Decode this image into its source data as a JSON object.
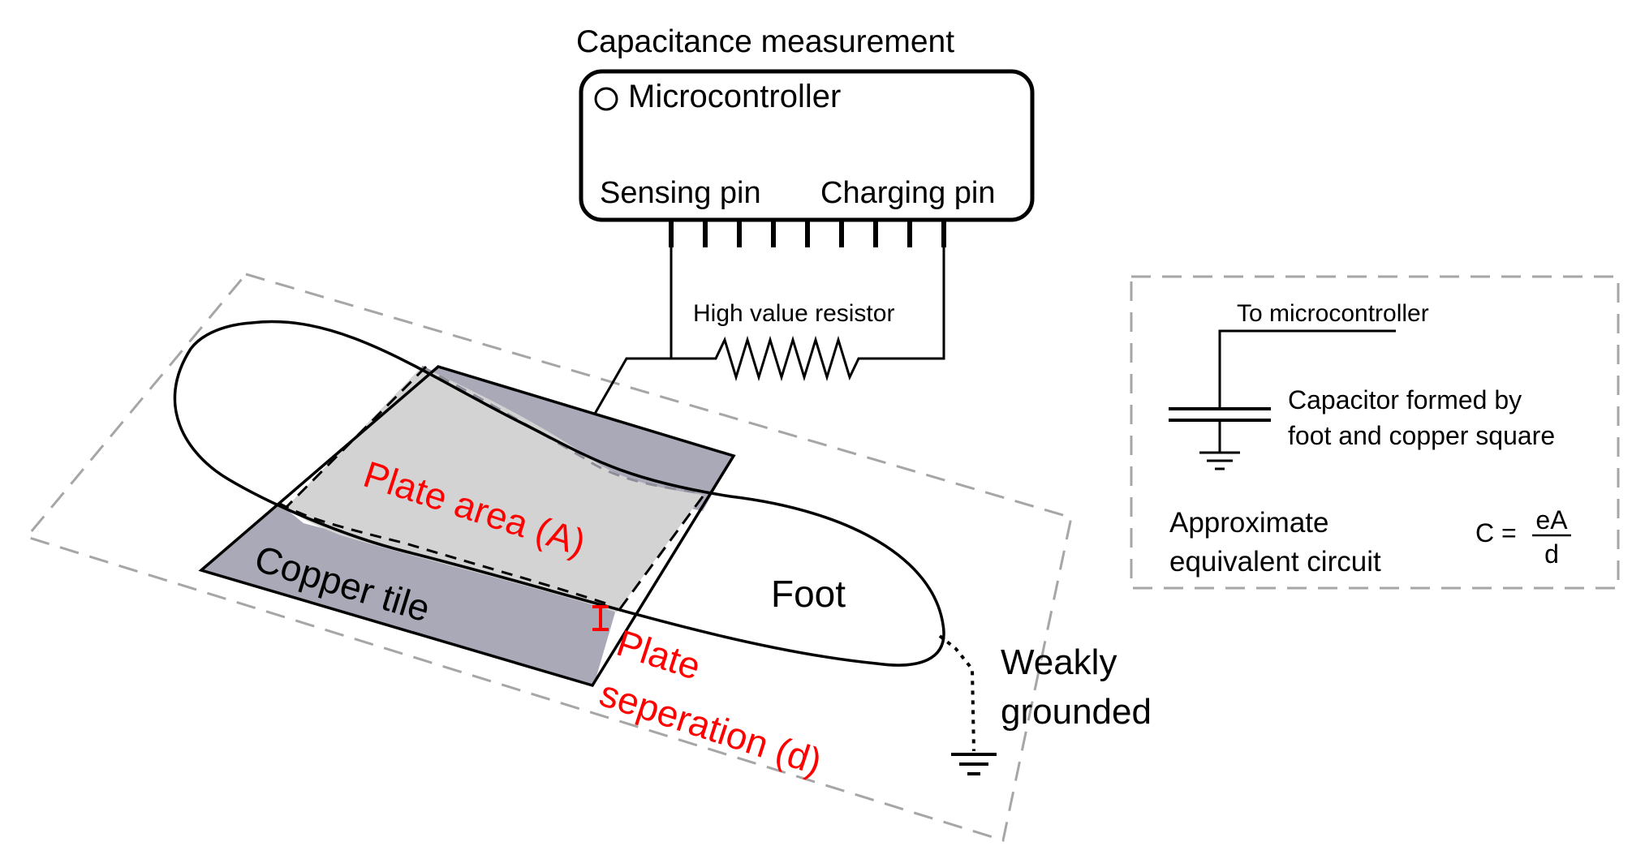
{
  "labels": {
    "title": "Capacitance measurement",
    "microcontroller": "Microcontroller",
    "sensing_pin": "Sensing pin",
    "charging_pin": "Charging pin",
    "resistor": "High value resistor",
    "plate_area": "Plate area (A)",
    "copper_tile": "Copper tile",
    "foot": "Foot",
    "plate_sep_1": "Plate",
    "plate_sep_2": "seperation (d)",
    "ground_1": "Weakly",
    "ground_2": "grounded"
  },
  "equivalent": {
    "to_mcu": "To microcontroller",
    "cap_1": "Capacitor formed by",
    "cap_2": "foot and copper square",
    "approx_1": "Approximate",
    "approx_2": "equivalent circuit",
    "formula_lhs": "C =",
    "formula_num": "eA",
    "formula_den": "d"
  },
  "colors": {
    "highlight": "#ff0000",
    "tile": "#a9a9b8",
    "plate": "#d3d3d3",
    "dashed": "#a6a6a6",
    "ink": "#000000"
  }
}
